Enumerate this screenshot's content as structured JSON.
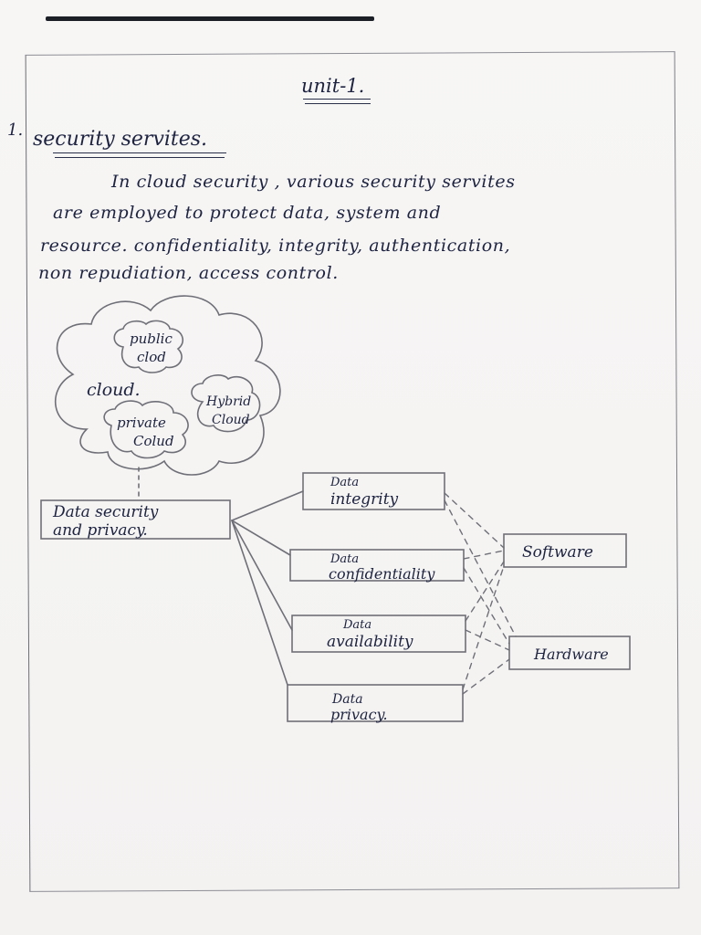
{
  "document": {
    "unit_title": "unit-1.",
    "question_number": "1.",
    "question_heading": "security servites.",
    "paragraph_lines": [
      "In cloud security , various security servites",
      "are employed to protect data, system and",
      "resource. confidentiality, integrity, authentication,",
      "non repudiation, access control."
    ]
  },
  "diagram": {
    "cloud_label": "cloud.",
    "sub_clouds": [
      {
        "line1": "public",
        "line2": "clod"
      },
      {
        "line1": "Hybrid",
        "line2": "Cloud"
      },
      {
        "line1": "private",
        "line2": "Colud"
      }
    ],
    "root_box": {
      "line1": "Data security",
      "line2": "and privacy."
    },
    "data_boxes": [
      {
        "line1": "Data",
        "line2": "integrity"
      },
      {
        "line1": "Data",
        "line2": "confidentiality"
      },
      {
        "line1": "Data",
        "line2": "availability"
      },
      {
        "line1": "Data",
        "line2": "privacy."
      }
    ],
    "targets": [
      "Software",
      "Hardware"
    ]
  },
  "colors": {
    "ink": "#1d2340",
    "pencil": "#6f6f78",
    "paper": "#f5f4f3"
  }
}
